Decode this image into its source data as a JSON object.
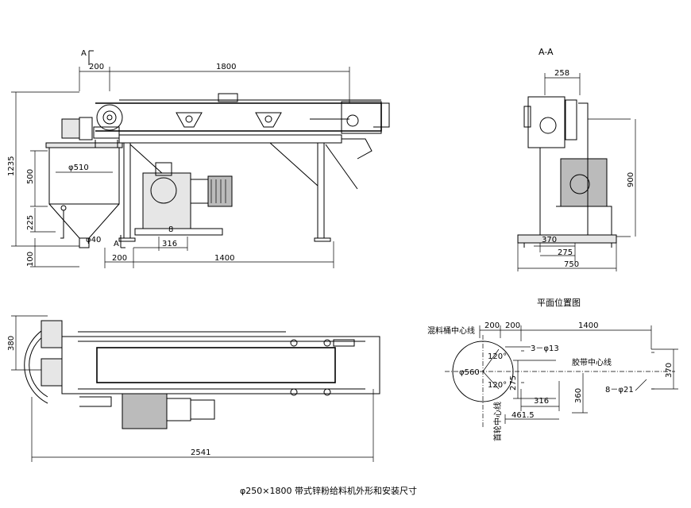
{
  "views": {
    "front": {
      "section_mark": "A",
      "dims": {
        "top_left": "200",
        "top_total": "1800",
        "height_total": "1235",
        "tank_height": "500",
        "tank_diameter": "φ510",
        "cone_height": "225",
        "outlet_diameter": "φ40",
        "foot_height": "100",
        "bottom_left": "200",
        "bottom_span": "316",
        "bottom_total": "1400"
      }
    },
    "section": {
      "title": "A-A",
      "dims": {
        "top_width": "258",
        "height": "900",
        "base_370": "370",
        "base_275": "275",
        "base_total": "750"
      }
    },
    "plan": {
      "dims": {
        "width": "380",
        "length": "2541"
      }
    },
    "layout": {
      "title": "平面位置图",
      "labels": {
        "tank_center": "混料桶中心线",
        "belt_center": "胶带中心线",
        "pulley_center": "首轮中心线"
      },
      "dims": {
        "d200a": "200",
        "d200b": "200",
        "d1400": "1400",
        "holes3": "3－φ13",
        "circle": "φ560",
        "a120top": "120°",
        "a120bot": "120°",
        "d275": "275",
        "d370": "370",
        "d360": "360",
        "holes8": "8－φ21",
        "d316": "316",
        "d461": "461.5"
      }
    }
  },
  "caption": "φ250×1800 带式锌粉给料机外形和安装尺寸"
}
